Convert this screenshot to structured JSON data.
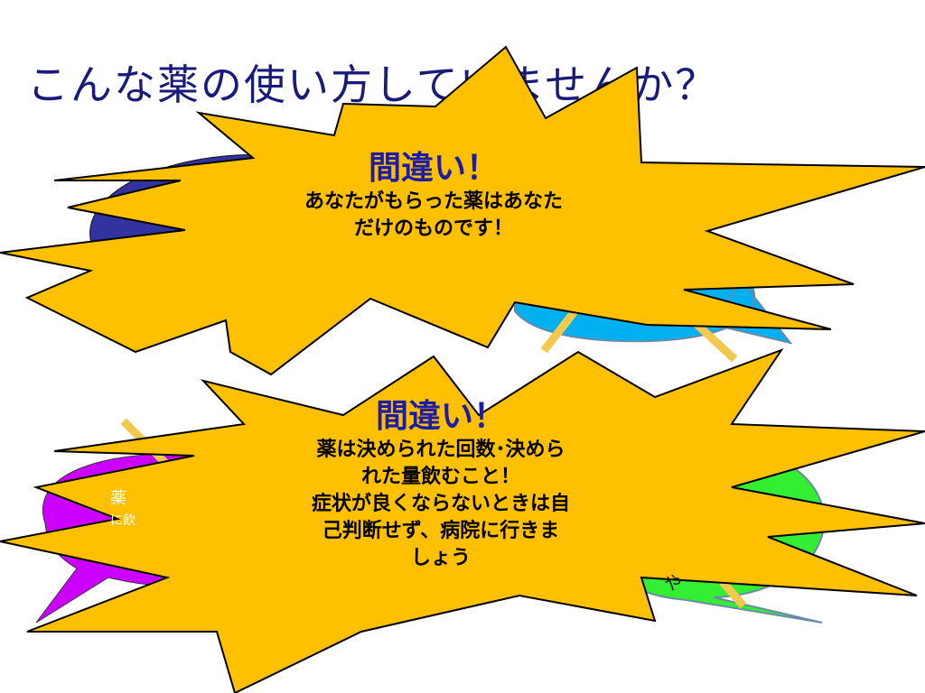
{
  "slide": {
    "title": "こんな薬の使い方していませんか？"
  },
  "colors": {
    "burst_fill": "#FFC000",
    "title_color": "#1A1A7A",
    "heading_color": "#1C1CA8",
    "bubble_navy": "#3333A0",
    "bubble_blue": "#00B0F0",
    "bubble_purple": "#CC00FF",
    "bubble_green": "#33EE33",
    "stick_color": "#F2C94C"
  },
  "bursts": [
    {
      "heading": "間違い！",
      "lines": [
        "あなたがもらった薬はあなた",
        "だけのものです！"
      ]
    },
    {
      "heading": "間違い！",
      "lines": [
        "薬は決められた回数･決めら",
        "れた量飲むこと！",
        "症状が良くならないときは自",
        "己判断せず、病院に行きま",
        "しょう"
      ]
    }
  ],
  "peek_text": {
    "purple_top": "薬",
    "purple_bottom": "に飲",
    "green": "や"
  }
}
